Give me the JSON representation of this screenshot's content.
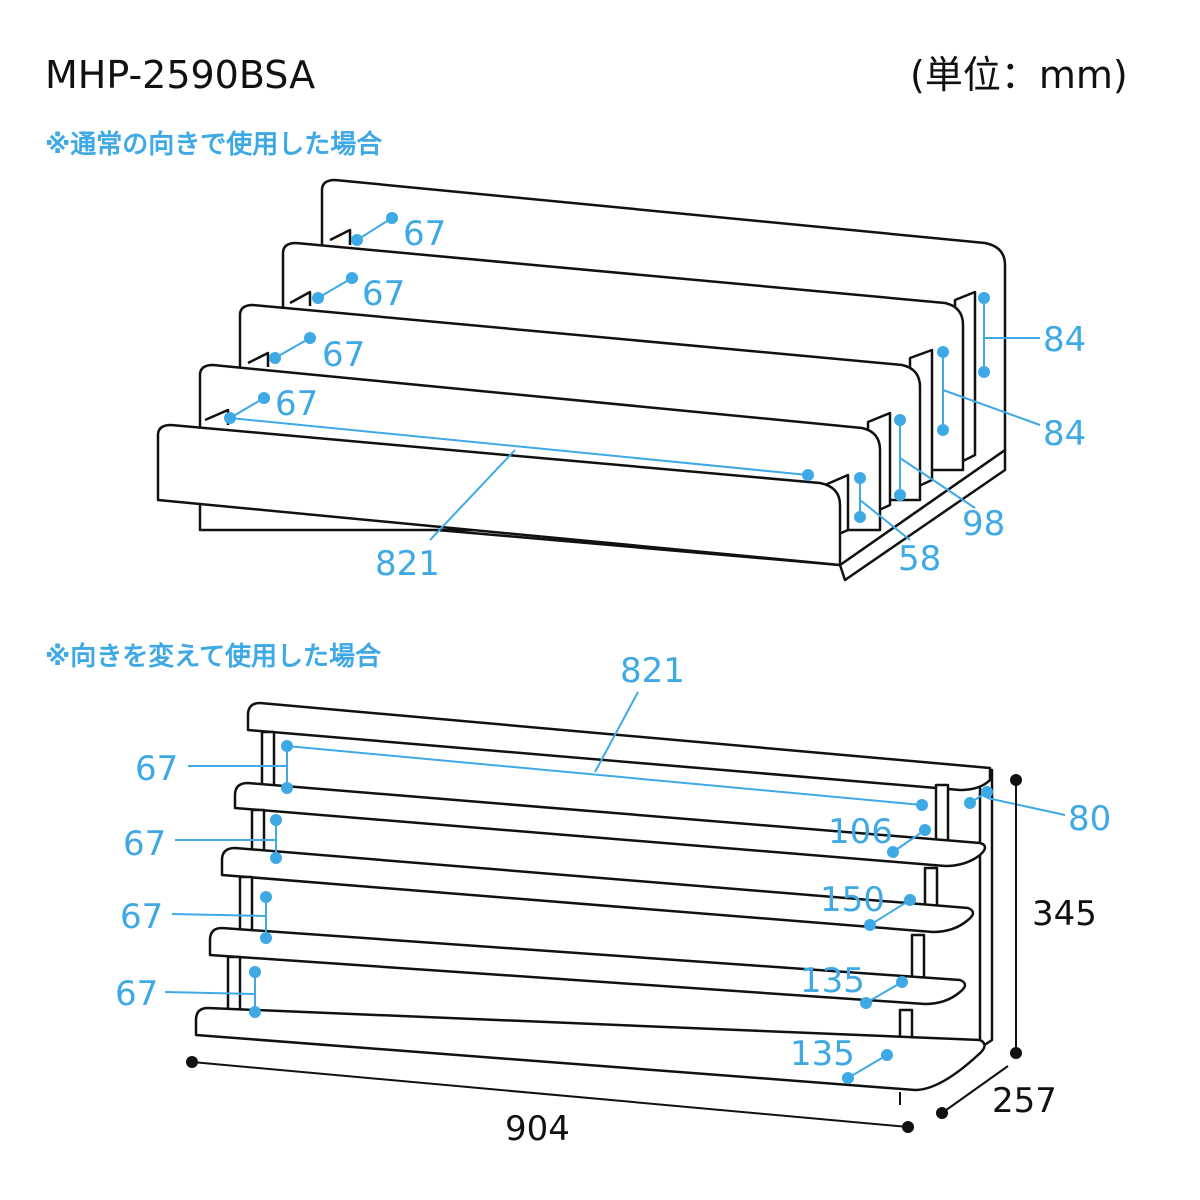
{
  "header": {
    "model": "MHP-2590BSA",
    "unit": "(単位：mm)"
  },
  "colors": {
    "accent": "#3fa9e6",
    "line": "#111111"
  },
  "normal": {
    "title": "※通常の向きで使用した場合",
    "dims": {
      "gap1": "67",
      "gap2": "67",
      "gap3": "67",
      "gap4": "67",
      "width": "821",
      "h1": "84",
      "h2": "84",
      "h3": "98",
      "h4": "58"
    }
  },
  "rotated": {
    "title": "※向きを変えて使用した場合",
    "dims": {
      "width": "821",
      "left1": "67",
      "left2": "67",
      "left3": "67",
      "left4": "67",
      "depth_top": "80",
      "s1": "106",
      "s2": "150",
      "s3": "135",
      "s4": "135",
      "height": "345",
      "depth": "257",
      "total_width": "904"
    }
  }
}
